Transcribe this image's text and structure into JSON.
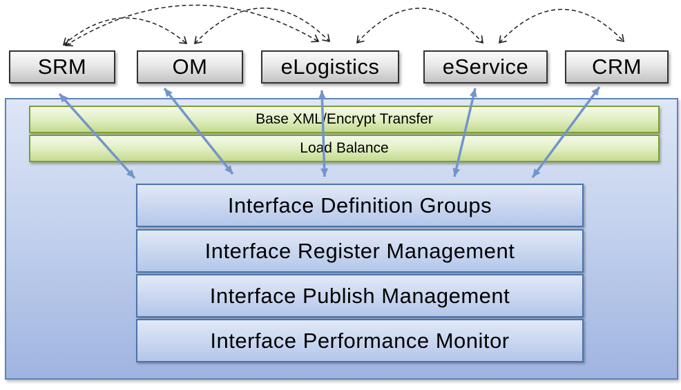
{
  "systems": [
    {
      "id": "srm",
      "label": "SRM"
    },
    {
      "id": "om",
      "label": "OM"
    },
    {
      "id": "elogistics",
      "label": "eLogistics"
    },
    {
      "id": "eservice",
      "label": "eService"
    },
    {
      "id": "crm",
      "label": "CRM"
    }
  ],
  "bus_layers": [
    {
      "id": "base-xml",
      "label": "Base XML/Encrypt Transfer"
    },
    {
      "id": "load-balance",
      "label": "Load Balance"
    }
  ],
  "modules": [
    {
      "id": "definition",
      "label": "Interface Definition Groups"
    },
    {
      "id": "register",
      "label": "Interface Register Management"
    },
    {
      "id": "publish",
      "label": "Interface Publish Management"
    },
    {
      "id": "performance",
      "label": "Interface Performance Monitor"
    }
  ],
  "connections": {
    "dashed_arcs": [
      [
        "SRM",
        "OM"
      ],
      [
        "SRM",
        "eLogistics"
      ],
      [
        "OM",
        "eLogistics"
      ],
      [
        "eLogistics",
        "eService"
      ],
      [
        "eService",
        "CRM"
      ]
    ],
    "platform_links": [
      "SRM",
      "OM",
      "eLogistics",
      "eService",
      "CRM"
    ]
  },
  "colors": {
    "system_box_fill_top": "#fafafa",
    "system_box_fill_bottom": "#c3c3c3",
    "system_box_border": "#333333",
    "bus_fill_top": "#f4f9e8",
    "bus_fill_bottom": "#c4da8e",
    "bus_border": "#7e9c33",
    "module_fill_top": "#e2e9f7",
    "module_fill_bottom": "#b3c7ea",
    "module_border": "#4a74ab",
    "container_fill_top": "#dee6f6",
    "container_fill_bottom": "#9fb4e0",
    "container_border": "#5b83b8",
    "arrow_blue": "#7295c9",
    "arc_dash": "#1c1c1c"
  }
}
